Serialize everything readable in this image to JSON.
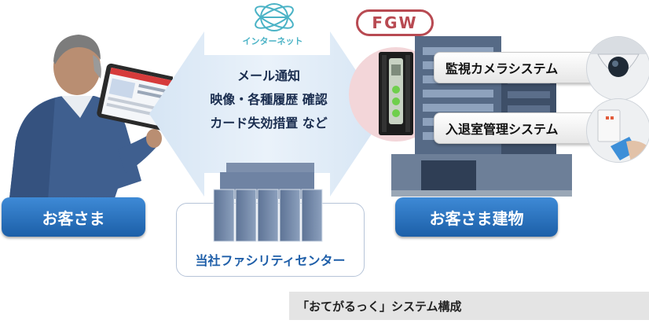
{
  "internet_label": "インターネット",
  "arrow_lines": [
    "メール通知",
    "映像・各種履歴 確認",
    "カード失効措置 など"
  ],
  "fgw_label": "FGW",
  "systems": {
    "camera": "監視カメラシステム",
    "access": "入退室管理システム"
  },
  "customer_label": "お客さま",
  "building_label": "お客さま建物",
  "center_label": "当社ファシリティセンター",
  "caption": "「おてがるっく」システム構成",
  "icons": [
    "globe-icon",
    "security-camera-icon",
    "card-reader-icon",
    "person-with-tablet",
    "server-rack",
    "office-building",
    "gateway-device"
  ]
}
